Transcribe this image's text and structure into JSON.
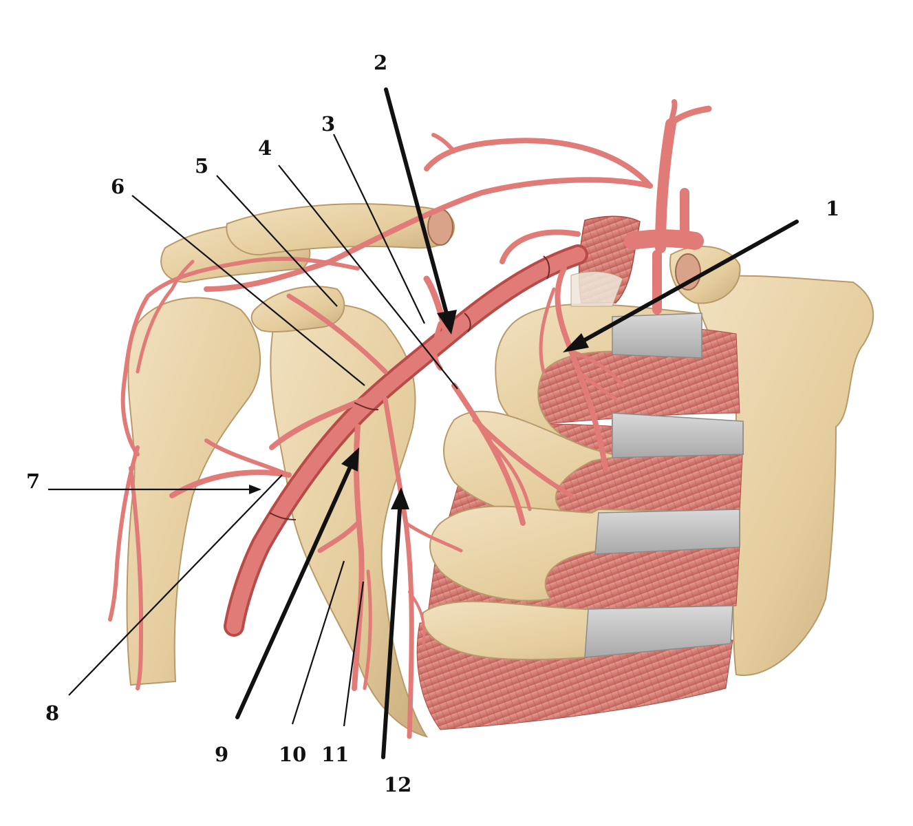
{
  "figure": {
    "labels": [
      {
        "id": "1",
        "text": "1",
        "leader": "bold"
      },
      {
        "id": "2",
        "text": "2",
        "leader": "bold"
      },
      {
        "id": "3",
        "text": "3",
        "leader": "thin"
      },
      {
        "id": "4",
        "text": "4",
        "leader": "thin"
      },
      {
        "id": "5",
        "text": "5",
        "leader": "thin"
      },
      {
        "id": "6",
        "text": "6",
        "leader": "thin"
      },
      {
        "id": "7",
        "text": "7",
        "leader": "thin"
      },
      {
        "id": "8",
        "text": "8",
        "leader": "thin"
      },
      {
        "id": "9",
        "text": "9",
        "leader": "bold"
      },
      {
        "id": "10",
        "text": "10",
        "leader": "thin"
      },
      {
        "id": "11",
        "text": "11",
        "leader": "thin"
      },
      {
        "id": "12",
        "text": "12",
        "leader": "bold"
      }
    ],
    "colors": {
      "bone": "#e9d4a8",
      "bone_shadow": "#c9ad7c",
      "artery": "#e07b78",
      "artery_dark": "#b84a48",
      "muscle": "#d9847c",
      "muscle_dark": "#b85a55",
      "cartilage": "#c9c9c9",
      "ink": "#111111"
    }
  }
}
